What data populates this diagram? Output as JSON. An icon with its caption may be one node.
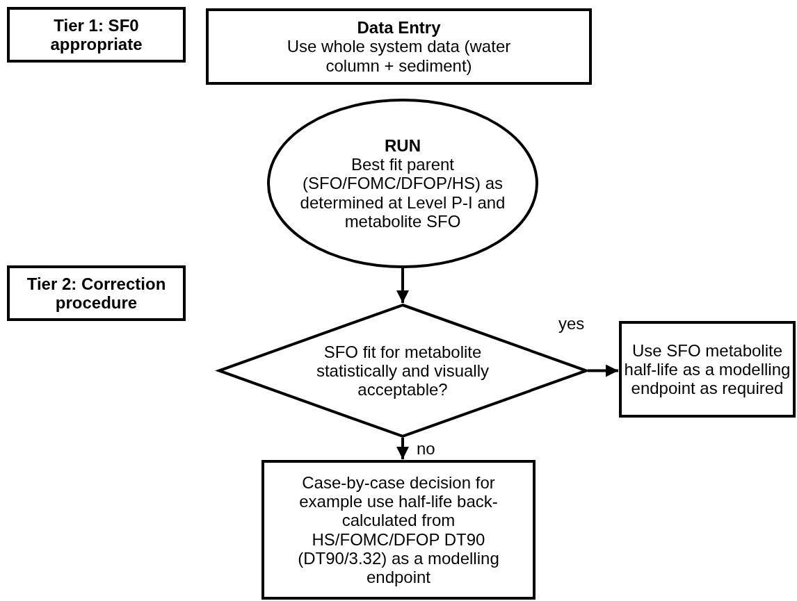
{
  "diagram": {
    "nodes": [
      {
        "text": [
          "Tier 1: SF0 appropriate"
        ]
      },
      {
        "text": [
          "Data Entry",
          "Use whole system data (water column + sediment)"
        ]
      },
      {
        "text": [
          "RUN",
          "Best fit parent (SFO/FOMC/DFOP/HS) as determined at Level P-I and metabolite SFO"
        ]
      },
      {
        "text": [
          "SFO fit for metabolite statistically and visually acceptable?"
        ]
      },
      {
        "text": [
          "Use SFO metabolite half-life as a modelling endpoint as required"
        ]
      },
      {
        "text": [
          "Tier 2: Correction procedure"
        ]
      },
      {
        "text": [
          "Case-by-case decision for example use half-life back-calculated from HS/FOMC/DFOP DT90 (DT90/3.32) as a modelling endpoint"
        ]
      }
    ],
    "edges": [
      {
        "from": 2,
        "to": 3,
        "arrow": "to"
      },
      {
        "from": 3,
        "to": 4,
        "arrow": "to",
        "label": "yes"
      },
      {
        "from": 3,
        "to": 6,
        "arrow": "to",
        "label": "no"
      }
    ]
  }
}
